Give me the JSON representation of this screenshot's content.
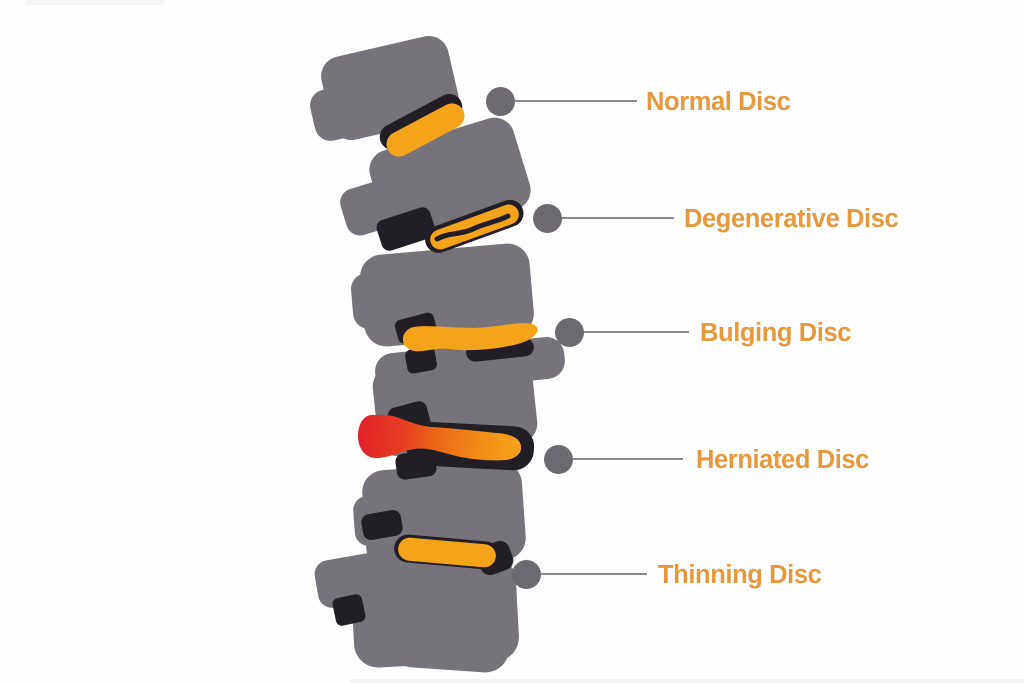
{
  "callouts": [
    {
      "label": "Normal Disc"
    },
    {
      "label": "Degenerative Disc"
    },
    {
      "label": "Bulging Disc"
    },
    {
      "label": "Herniated Disc"
    },
    {
      "label": "Thinning Disc"
    }
  ],
  "colors": {
    "background": "#FEFEFE",
    "vertebra_gray": "#76747A",
    "shadow_dark": "#211E26",
    "disc_orange": "#F6A31C",
    "herniation_red": "#E2202A",
    "label_orange": "#E6983D",
    "dot_gray": "#6C6A70",
    "line_gray": "#8B898E"
  }
}
